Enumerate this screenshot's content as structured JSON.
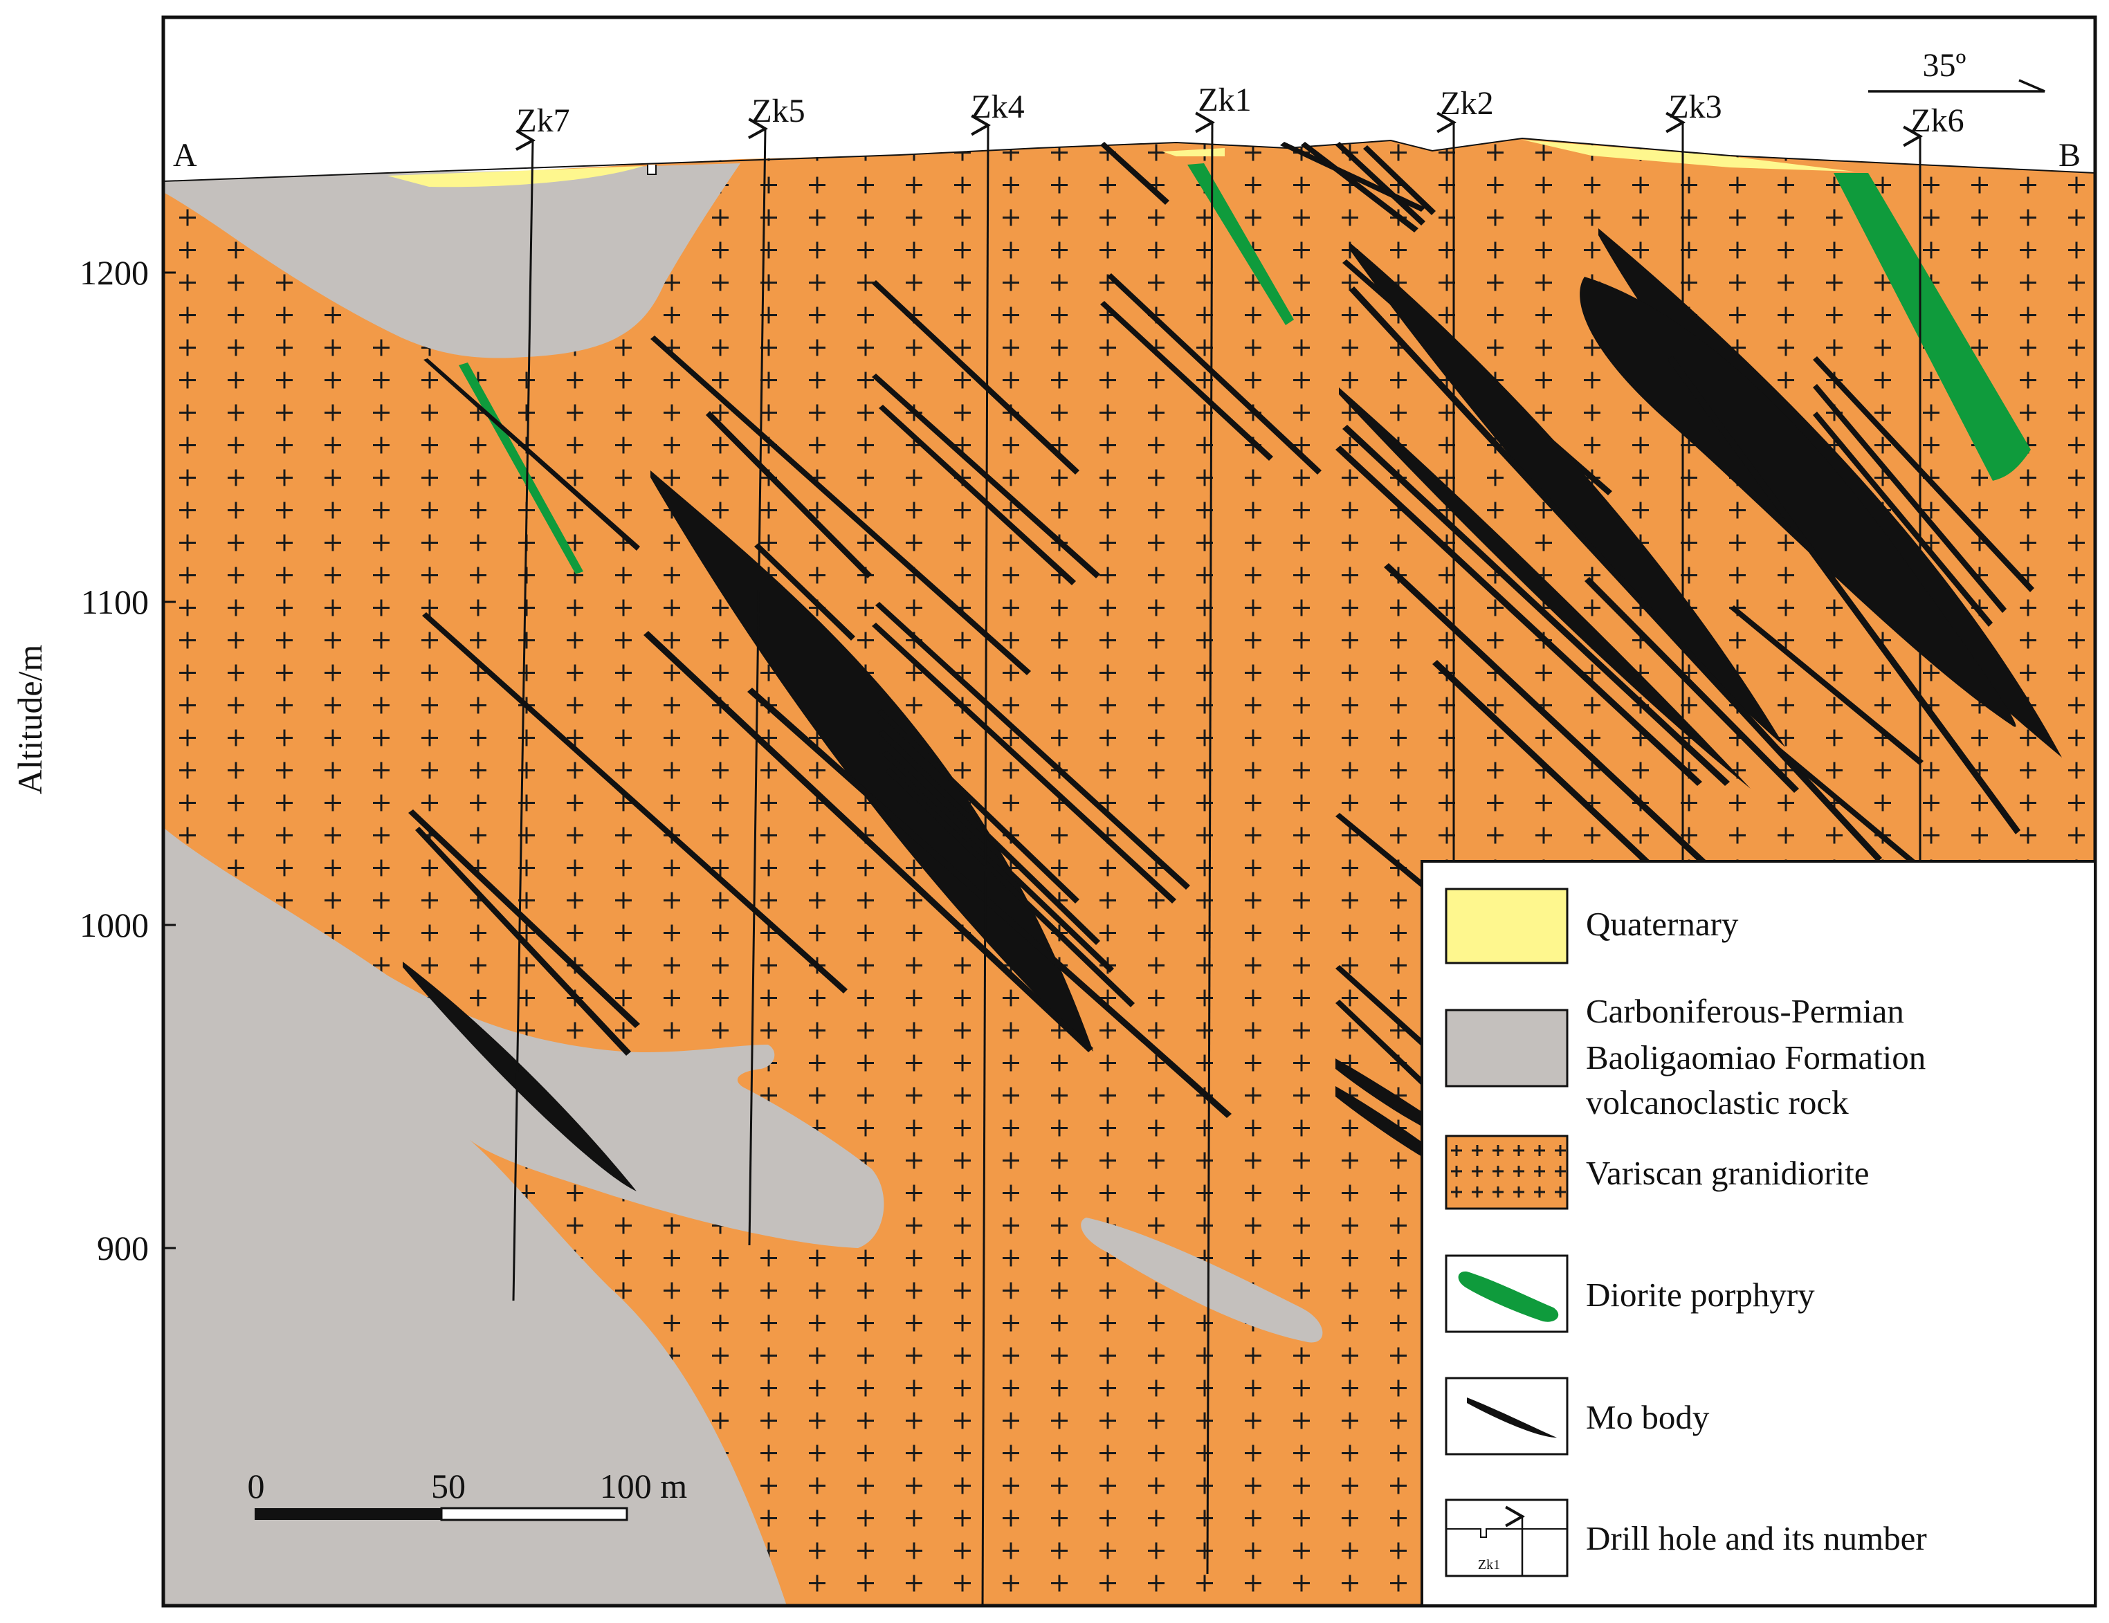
{
  "section": {
    "endpoints": {
      "left": "A",
      "right": "B"
    },
    "azimuth_label": "35º"
  },
  "axis": {
    "title": "Altitude/m",
    "ticks": [
      "1200",
      "1100",
      "1000",
      "900"
    ],
    "tick_values": [
      1200,
      1100,
      1000,
      900
    ]
  },
  "drill_holes": [
    "Zk7",
    "Zk5",
    "Zk4",
    "Zk1",
    "Zk2",
    "Zk3",
    "Zk6"
  ],
  "scale_bar": {
    "labels": [
      "0",
      "50",
      "100 m"
    ],
    "values_m": [
      0,
      50,
      100
    ]
  },
  "legend": {
    "items": [
      {
        "name": "quaternary",
        "lines": [
          "Quaternary"
        ],
        "color": "#fef78e"
      },
      {
        "name": "volcanoclastic",
        "lines": [
          "Carboniferous-Permian",
          "Baoligaomiao Formation",
          "volcanoclastic rock"
        ],
        "color": "#c4c0bd"
      },
      {
        "name": "granodiorite",
        "lines": [
          "Variscan granidiorite"
        ],
        "color": "#f29a48"
      },
      {
        "name": "diorite-porphyry",
        "lines": [
          "Diorite porphyry"
        ],
        "color": "#0f9b3c"
      },
      {
        "name": "mo-body",
        "lines": [
          "Mo body"
        ],
        "color": "#111111"
      },
      {
        "name": "drill-hole",
        "lines": [
          "Drill hole and its number"
        ],
        "color": "#111111"
      }
    ],
    "drill_hole_symbol_label": "Zk1"
  },
  "colors": {
    "granodiorite": "#f29a48",
    "volcanoclastic": "#c4c0bd",
    "quaternary": "#fef78e",
    "diorite_porphyry": "#0f9b3c",
    "mo_body": "#111111",
    "frame": "#111111"
  }
}
